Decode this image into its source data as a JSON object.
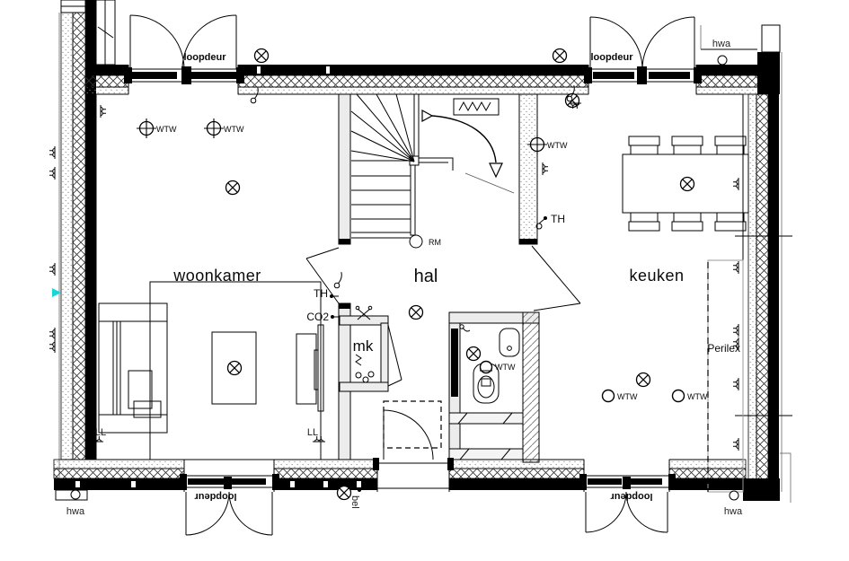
{
  "plan": {
    "rooms": {
      "living_room": "woonkamer",
      "hall": "hal",
      "kitchen": "keuken",
      "meter_cupboard": "mk"
    },
    "door_labels": {
      "top_left": "loopdeur",
      "top_right": "loopdeur",
      "bottom_left": "loopdeur",
      "bottom_right": "loopdeur"
    },
    "rainwater_downpipes": {
      "top_right": "hwa",
      "bottom_left": "hwa",
      "bottom_right": "hwa"
    },
    "ventilation_labels": {
      "living_left": "WTW",
      "living_right": "WTW",
      "kitchen_wall": "WTW",
      "kitchen_floor_left": "WTW",
      "kitchen_floor_right": "WTW",
      "toilet": "WTW"
    },
    "device_labels": {
      "smoke_detector": "RM",
      "thermostat_living": "TH",
      "thermostat_kitchen": "TH",
      "co2_sensor": "CO2",
      "perilex_outlet": "Perilex",
      "doorbell": "bel",
      "lamp_point_left": "LL",
      "lamp_point_right": "LL"
    },
    "icons": {
      "ceiling_light": "circle-with-diagonal-cross",
      "ventilation_valve": "circle-with-plus-cross",
      "wall_socket": "double-socket-glyph",
      "pull_switch": "circle-with-cord",
      "direction_marker": "cyan-triangle"
    },
    "colors": {
      "line": "#000000",
      "wall_black": "#000000",
      "hatch": "#333333",
      "stipple": "#8a8a8a",
      "interior_wall_fill": "#ececec",
      "marker_cyan": "#17d6d6",
      "background": "#ffffff"
    }
  }
}
